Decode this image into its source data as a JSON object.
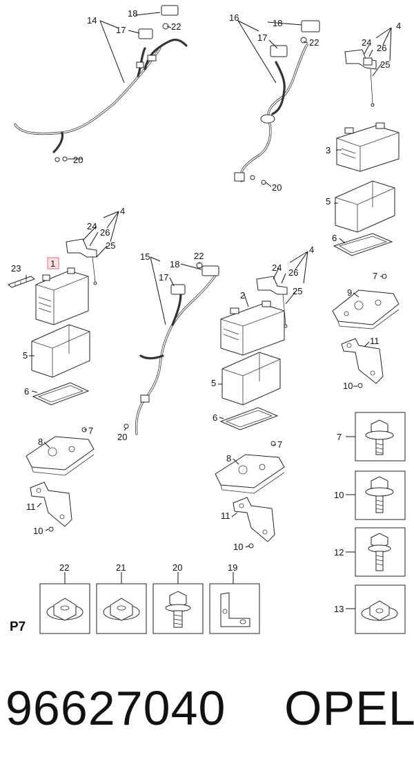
{
  "page_label": "P7",
  "part_number": "96627040",
  "brand": "OPEL",
  "highlighted_callout": "1",
  "callouts": {
    "c1": "1",
    "c2": "2",
    "c3": "3",
    "c4": "4",
    "c5": "5",
    "c6": "6",
    "c7": "7",
    "c8": "8",
    "c9": "9",
    "c10": "10",
    "c11": "11",
    "c12": "12",
    "c13": "13",
    "c14": "14",
    "c15": "15",
    "c16": "16",
    "c17": "17",
    "c18": "18",
    "c19": "19",
    "c20": "20",
    "c21": "21",
    "c22": "22",
    "c23": "23",
    "c24": "24",
    "c25": "25",
    "c26": "26"
  }
}
